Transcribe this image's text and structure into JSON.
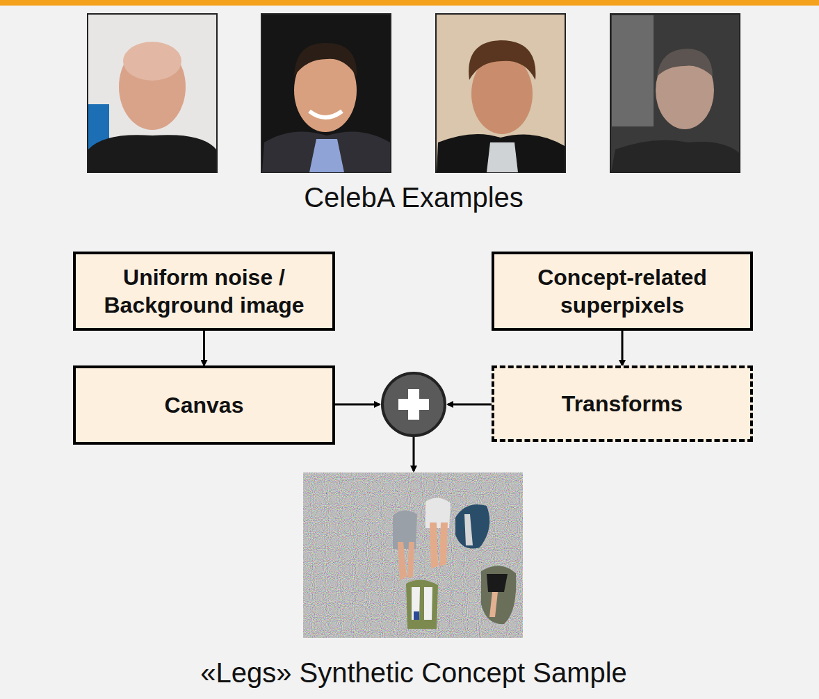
{
  "diagram": {
    "nodes": [
      {
        "text": [
          "Uniform noise / Background image"
        ]
      },
      {
        "text": [
          "Canvas"
        ]
      },
      {
        "text": [
          "Concept-related superpixels"
        ]
      },
      {
        "text": [
          "Transforms"
        ]
      }
    ],
    "edges": [
      {
        "from": 0,
        "to": 1,
        "arrow": "to"
      },
      {
        "from": 2,
        "to": 3,
        "arrow": "to"
      }
    ],
    "labels": [
      "CelebA Examples",
      "«Legs» Synthetic Concept Sample"
    ]
  }
}
